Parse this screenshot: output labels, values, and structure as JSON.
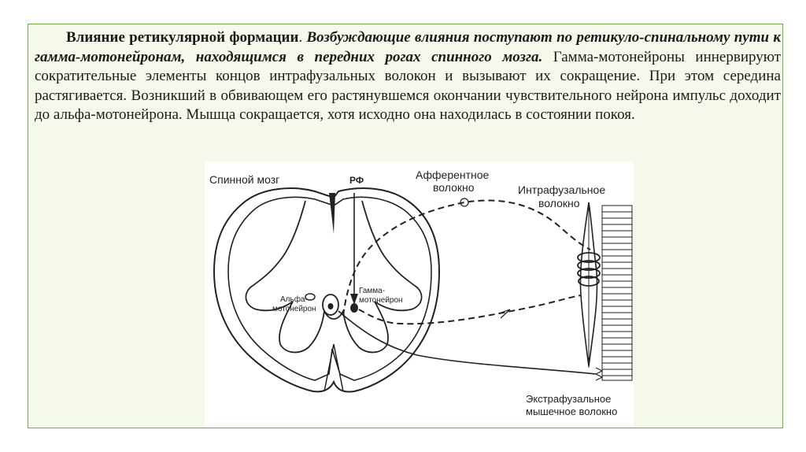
{
  "paragraph": {
    "title": "Влияние ретикулярной формации",
    "title_punct": ". ",
    "lead": "Возбуждающие влияния поступают по ретикуло-спинальному пути к гамма-мотонейронам, находящимся в передних рогах спинного мозга.",
    "body": " Гамма-мотонейроны иннервируют сократительные элементы концов интрафузальных волокон и вызывают их сокращение. При этом середина растягивается. Возникший в обвивающем его растянувшемся окончании чувствительного нейрона импульс доходит до альфа-мотонейрона. Мышца сокращается, хотя исходно она находилась в состоянии покоя."
  },
  "figure": {
    "labels": {
      "spinal_cord": "Спинной мозг",
      "rf": "РФ",
      "afferent_1": "Афферентное",
      "afferent_2": "волокно",
      "intrafusal_1": "Интрафузальное",
      "intrafusal_2": "волокно",
      "alpha_1": "Альфа-",
      "alpha_2": "мотонейрон",
      "gamma_1": "Гамма-",
      "gamma_2": "мотонейрон",
      "extrafusal_1": "Экстрафузальное",
      "extrafusal_2": "мышечное волокно"
    }
  },
  "colors": {
    "frame_border": "#6fb04a",
    "frame_fill": "#f4f9ec",
    "ink": "#222222"
  }
}
